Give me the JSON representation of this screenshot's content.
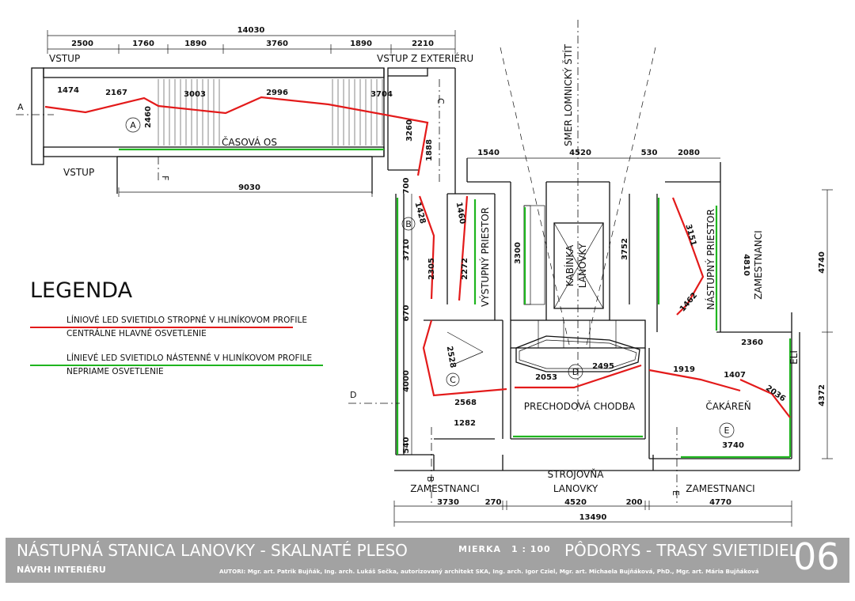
{
  "dimensions": {
    "top_total": "14030",
    "top_segments": [
      "2500",
      "1760",
      "1890",
      "3760",
      "1890",
      "2210"
    ],
    "stair_runs": [
      "1474",
      "2167",
      "3003",
      "2996",
      "3704"
    ],
    "stair_height": "2460",
    "c_run": "1888",
    "c_height": "3260",
    "left_bottom": "9030",
    "mid_top": [
      "1540",
      "4520",
      "530",
      "2080"
    ],
    "b_vertical": [
      "700",
      "3710",
      "670",
      "4000",
      "540"
    ],
    "vystupny": [
      "1428",
      "1460",
      "2305",
      "2272",
      "3300"
    ],
    "c_room": [
      "2528",
      "2568",
      "1282"
    ],
    "d_runs": [
      "2053",
      "2495"
    ],
    "kabinka_side": "3752",
    "nastupny": [
      "3151",
      "1462"
    ],
    "right_vertical": [
      "4740",
      "4372"
    ],
    "right_inner": [
      "4810",
      "2360"
    ],
    "cakaren": [
      "1919",
      "1407",
      "2036",
      "3740"
    ],
    "bottom_segments": [
      "3730",
      "270",
      "4520",
      "200",
      "4770"
    ],
    "bottom_total": "13490"
  },
  "labels": {
    "entry_top_left": "VSTUP",
    "entry_exterior": "VSTUP Z EXTERIÉRU",
    "entry_bottom_left": "VSTUP",
    "timeline": "ČASOVÁ OS",
    "direction": "SMER LOMNICKÝ ŠTÍT",
    "exit_space": "VÝSTUPNÝ PRIESTOR",
    "cabin_line1": "KABÍNKA",
    "cabin_line2": "LANOVKY",
    "boarding_space": "NÁSTUPNÝ PRIESTOR",
    "employees_right": "ZAMESTNANCI",
    "corridor": "PRECHODOVÁ CHODBA",
    "waiting_room": "ČAKÁREŇ",
    "elevator": "ELI",
    "employees_bottom_left": "ZAMESTNANCI",
    "machinery_line1": "STROJOVŇA",
    "machinery_line2": "LANOVKY",
    "employees_bottom_right": "ZAMESTNANCI",
    "marker_a": "A",
    "marker_b": "B",
    "marker_c": "C",
    "marker_d": "D",
    "marker_e": "E",
    "marker_f": "F",
    "section_a": "A",
    "section_b": "B",
    "section_c": "C",
    "section_d": "D",
    "section_e": "E",
    "section_f": "F"
  },
  "legend": {
    "title": "LEGENDA",
    "red_line1": "LÍNIOVÉ LED SVIETIDLO STROPNÉ V HLINÍKOVOM PROFILE",
    "red_line2": "CENTRÁLNE HLAVNÉ OSVETLENIE",
    "green_line1": "LÍNIEVÉ LED SVIETIDLO NÁSTENNÉ V HLINÍKOVOM PROFILE",
    "green_line2": "NEPRIAME OSVETLENIE"
  },
  "colors": {
    "ceiling_light": "#e31a1a",
    "wall_light": "#1fb51f",
    "title_bar": "#a2a2a2"
  },
  "title_block": {
    "project": "NÁSTUPNÁ STANICA LANOVKY - SKALNATÉ PLESO",
    "subtitle": "NÁVRH INTERIÉRU",
    "scale_label": "MIERKA",
    "scale_value": "1 : 100",
    "drawing": "PÔDORYS - TRASY SVIETIDIEL",
    "authors": "AUTORI: Mgr. art. Patrik Bujňák, Ing. arch. Lukáš Sečka, autorizovaný architekt SKA, Ing. arch. Igor Cziel, Mgr. art. Michaela Bujňáková, PhD., Mgr. art. Mária Bujňáková",
    "sheet": "06"
  }
}
